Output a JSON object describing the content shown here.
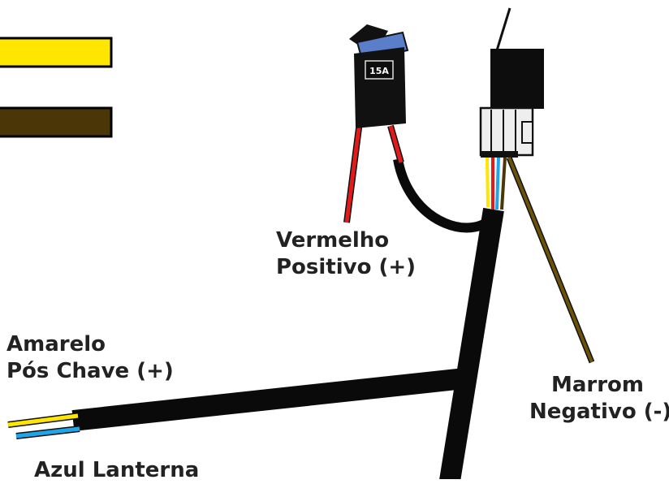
{
  "fuse": {
    "rating": "15A"
  },
  "labels": {
    "red": [
      "Vermelho",
      "Positivo (+)"
    ],
    "yellow": [
      "Amarelo",
      "Pós Chave (+)"
    ],
    "blue": [
      "Azul Lanterna"
    ],
    "brown": [
      "Marrom",
      "Negativo (-)"
    ]
  },
  "colors": {
    "yellow": "#ffe600",
    "brown": "#4a3606",
    "red": "#e11b1b",
    "blue": "#1fa6e8",
    "cable": "#0a0a0a",
    "fuse_blue": "#5a7ec9",
    "connector": "#eeeeee"
  }
}
